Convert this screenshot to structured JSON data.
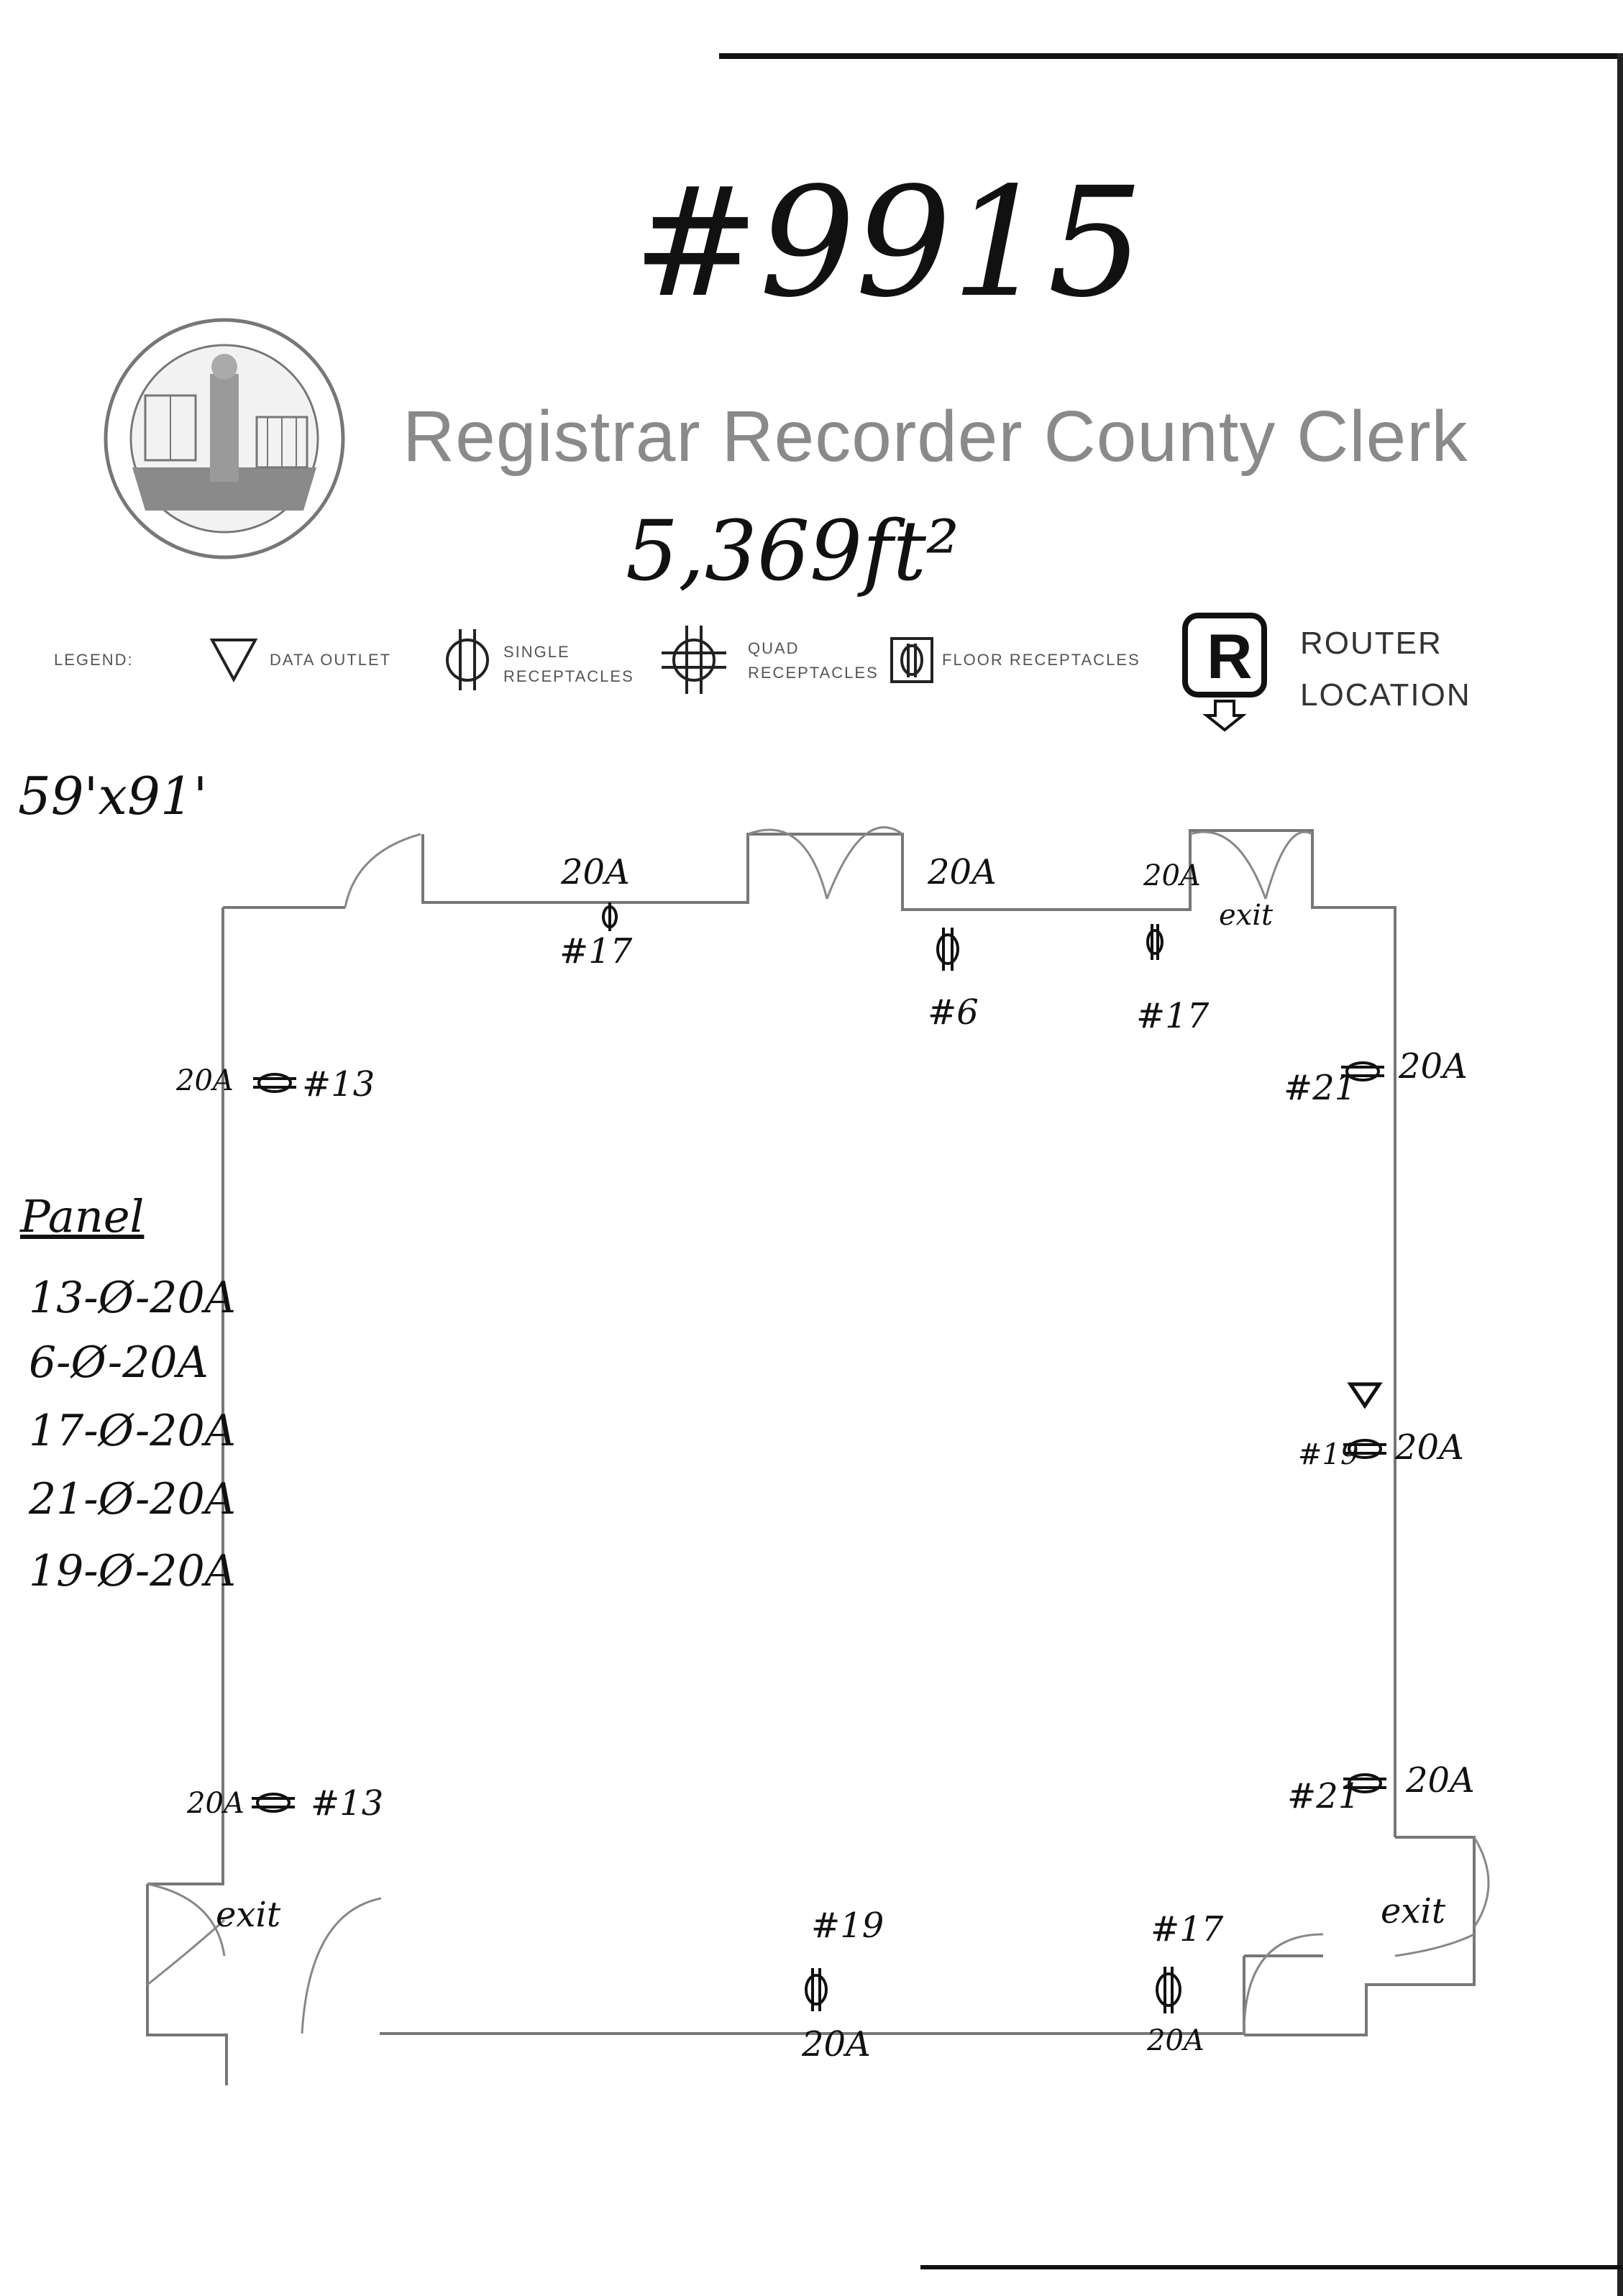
{
  "document": {
    "number": "#9915",
    "title": "Registrar Recorder County Clerk",
    "area": "5,369ft²",
    "dimensions": "59'x91'"
  },
  "legend": {
    "label": "LEGEND:",
    "items": [
      {
        "icon": "data-outlet-icon",
        "label": "DATA OUTLET"
      },
      {
        "icon": "single-receptacle-icon",
        "label": "SINGLE RECEPTACLES"
      },
      {
        "icon": "quad-receptacle-icon",
        "label": "QUAD RECEPTACLES"
      },
      {
        "icon": "floor-receptacle-icon",
        "label": "FLOOR RECEPTACLES"
      },
      {
        "icon": "router-icon",
        "symbol": "R",
        "label_line1": "ROUTER",
        "label_line2": "LOCATION"
      }
    ]
  },
  "panel": {
    "title": "Panel",
    "circuits": [
      "13-Ø-20A",
      "6-Ø-20A",
      "17-Ø-20A",
      "21-Ø-20A",
      "19-Ø-20A"
    ]
  },
  "floor_plan": {
    "exits": [
      "exit",
      "exit",
      "exit"
    ],
    "outlets": [
      {
        "circuit": "#17",
        "amperage": "20A",
        "wall": "top"
      },
      {
        "circuit": "#6",
        "amperage": "20A",
        "wall": "top"
      },
      {
        "circuit": "#17",
        "amperage": "20A",
        "wall": "top"
      },
      {
        "circuit": "#13",
        "amperage": "20A",
        "wall": "left"
      },
      {
        "circuit": "#21",
        "amperage": "20A",
        "wall": "right"
      },
      {
        "circuit": "#19",
        "amperage": "20A",
        "wall": "right"
      },
      {
        "circuit": "#13",
        "amperage": "20A",
        "wall": "left"
      },
      {
        "circuit": "#21",
        "amperage": "20A",
        "wall": "right"
      },
      {
        "circuit": "#19",
        "amperage": "20A",
        "wall": "bottom"
      },
      {
        "circuit": "#17",
        "amperage": "20A",
        "wall": "bottom"
      }
    ]
  }
}
